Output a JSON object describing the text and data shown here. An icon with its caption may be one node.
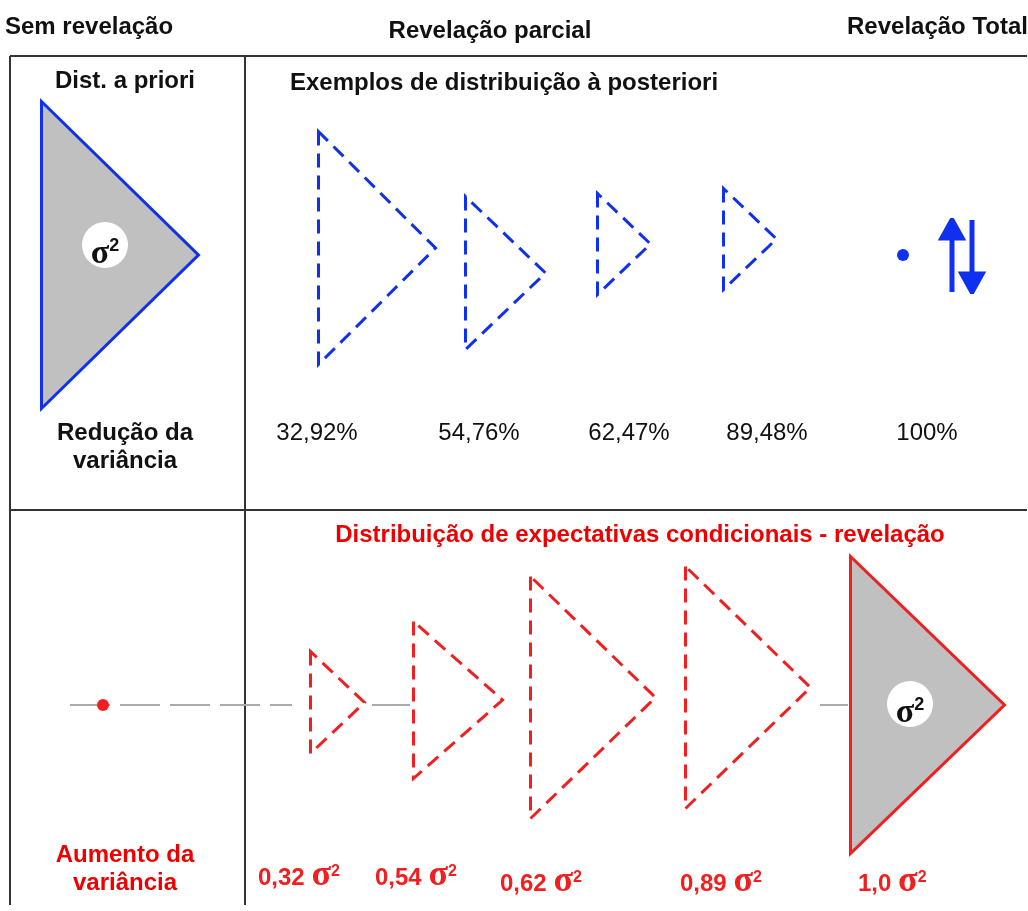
{
  "diagram": {
    "nodes": [
      {
        "text": [
          "σ$^{2}$"
        ]
      },
      {
        "text": [],
        "shape": "triangle"
      },
      {
        "text": [],
        "shape": "triangle"
      },
      {
        "text": [],
        "shape": "triangle"
      },
      {
        "text": [],
        "shape": "triangle"
      },
      {
        "text": [],
        "shape": "circle"
      },
      {
        "text": [],
        "shape": "circle"
      },
      {
        "text": [],
        "shape": "triangle",
        "beside": [
          "0,32 σ$^{2}$"
        ]
      },
      {
        "text": [],
        "shape": "triangle",
        "beside": [
          "0,54 σ$^{2}$"
        ]
      },
      {
        "text": [],
        "shape": "triangle",
        "beside": [
          "0,62 σ$^{2}$"
        ]
      },
      {
        "text": [],
        "shape": "triangle",
        "beside": [
          "0,89 σ$^{2}$"
        ]
      },
      {
        "text": [
          "σ$^{2}$"
        ],
        "beside": [
          "1,0 σ$^{2}$"
        ]
      }
    ],
    "labels": [
      "Sem revelação",
      "Revelação parcial",
      "Revelação Total",
      "Dist. a priori",
      "Exemplos de distribuição à posteriori",
      "Redução da variância",
      "32,92%",
      "54,76%",
      "62,47%",
      "89,48%",
      "100%",
      "Distribuição de expectativas condicionais - revelação",
      "Aumento da variância"
    ]
  }
}
